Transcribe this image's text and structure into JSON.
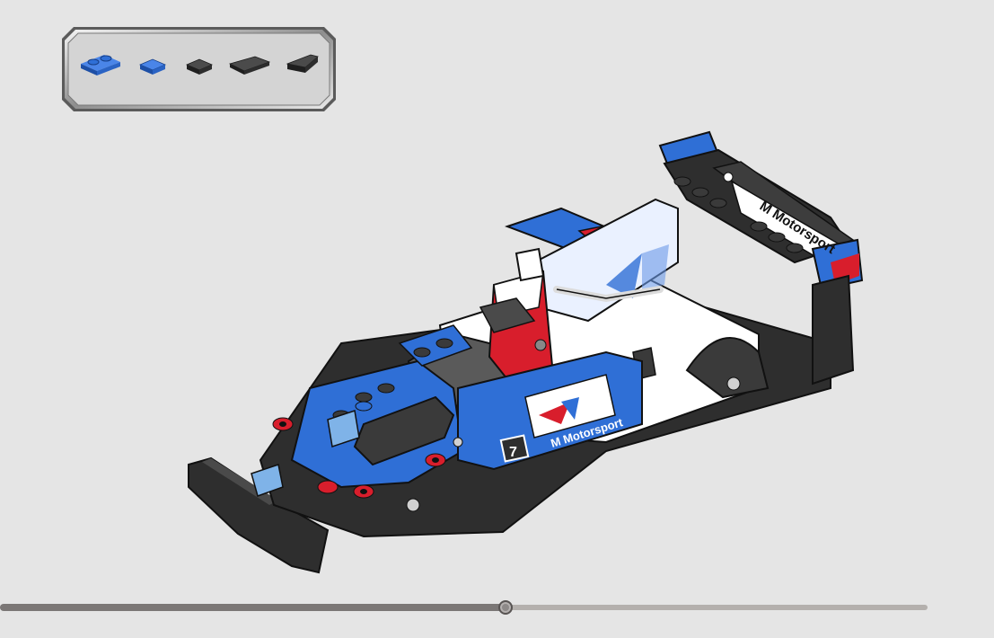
{
  "step": {
    "progress_fraction": 0.545
  },
  "parts_callout": {
    "parts": [
      {
        "name": "blue-plate-1x2-icon",
        "color": "#2f6fd6"
      },
      {
        "name": "blue-tile-1x1-icon",
        "color": "#2f6fd6"
      },
      {
        "name": "black-tile-1x1-icon",
        "color": "#333333"
      },
      {
        "name": "black-wedge-plate-icon",
        "color": "#333333"
      },
      {
        "name": "black-wedge-slope-icon",
        "color": "#333333"
      }
    ]
  },
  "model": {
    "decals": {
      "wing": "M Motorsport",
      "side": "M Motorsport",
      "number": "7"
    },
    "colors": {
      "blue": "#2f6fd6",
      "red": "#d81e2c",
      "black": "#2e2e2e",
      "white": "#ffffff",
      "dark_grey": "#5a5a5a"
    }
  }
}
